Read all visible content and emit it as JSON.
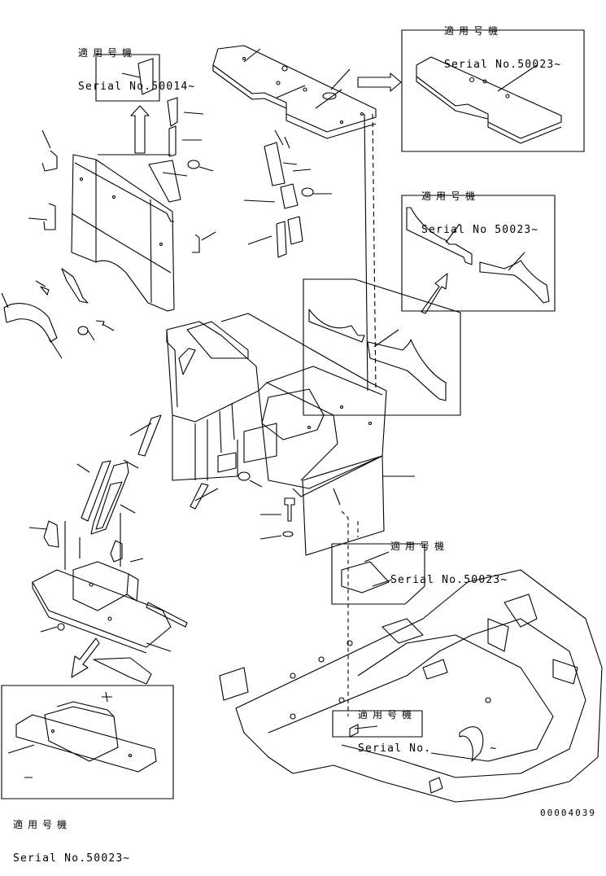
{
  "applicability_label_jp": "適用号機",
  "callouts": [
    {
      "id": "c1",
      "jp": "適用号機",
      "serial": "Serial No.50014~"
    },
    {
      "id": "c2",
      "jp": "適用号機",
      "serial": "Serial No.50023~"
    },
    {
      "id": "c3",
      "jp": "適用号機",
      "serial": "Serial No 50023~"
    },
    {
      "id": "c4",
      "jp": "適用号機",
      "serial": "Serial No.50023~"
    },
    {
      "id": "c5",
      "jp": "適用号機",
      "serial": "Serial No.        ~"
    },
    {
      "id": "c6",
      "jp": "適用号機",
      "serial": "Serial No.50023~"
    }
  ],
  "drawing_id": "00004039",
  "colors": {
    "line": "#000000",
    "background": "#ffffff"
  }
}
